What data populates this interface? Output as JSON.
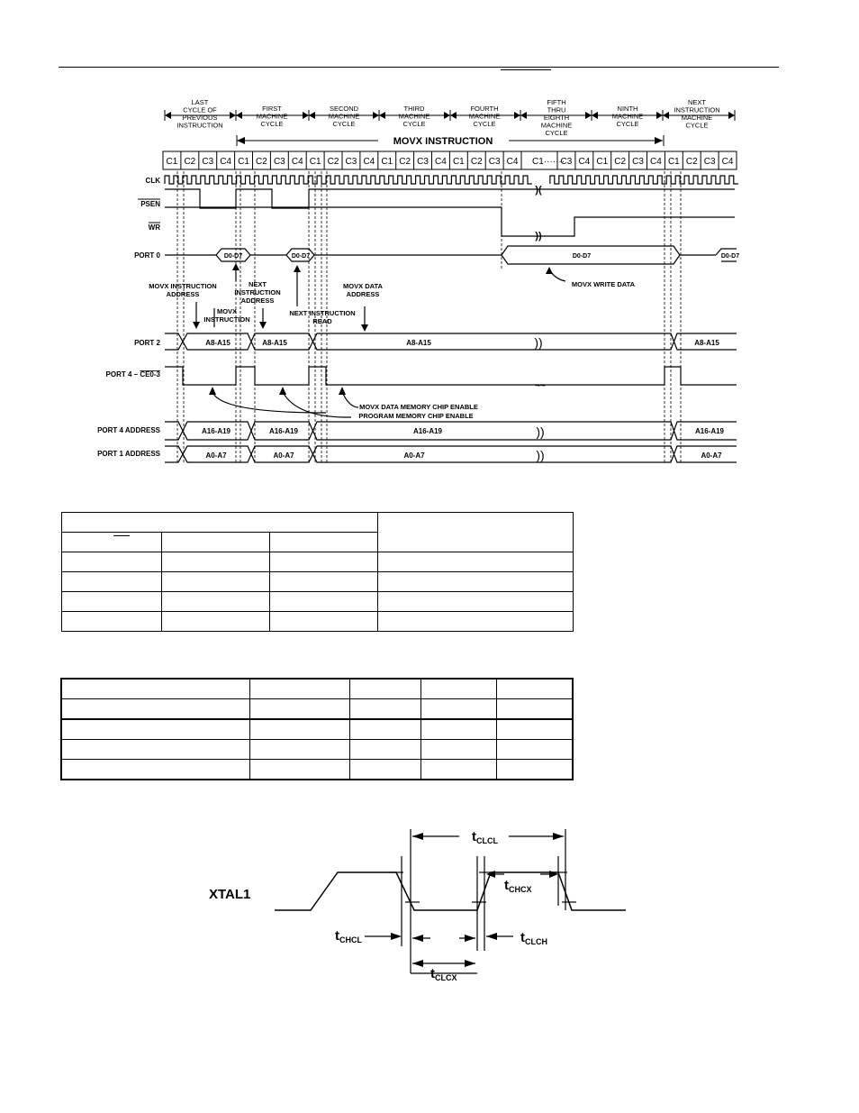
{
  "timing_diagram": {
    "phase_headers": [
      {
        "id": "last",
        "label": "LAST CYCLE OF PREVIOUS INSTRUCTION"
      },
      {
        "id": "first",
        "label": "FIRST MACHINE CYCLE"
      },
      {
        "id": "second",
        "label": "SECOND MACHINE CYCLE"
      },
      {
        "id": "third",
        "label": "THIRD MACHINE CYCLE"
      },
      {
        "id": "fourth",
        "label": "FOURTH MACHINE CYCLE"
      },
      {
        "id": "fifth",
        "label": "FIFTH THRU EIGHTH MACHINE CYCLE"
      },
      {
        "id": "ninth",
        "label": "NINTH MACHINE CYCLE"
      },
      {
        "id": "next",
        "label": "NEXT INSTRUCTION MACHINE CYCLE"
      }
    ],
    "instruction_label": "MOVX INSTRUCTION",
    "state_labels": [
      "C1",
      "C2",
      "C3",
      "C4",
      "C1",
      "C2",
      "C3",
      "C4",
      "C1",
      "C2",
      "C3",
      "C4",
      "C1",
      "C2",
      "C3",
      "C4",
      "C1",
      "C2",
      "C3",
      "C4",
      "C1",
      "C3",
      "C4",
      "C1",
      "C2",
      "C3",
      "C4",
      "C1",
      "C2",
      "C3",
      "C4"
    ],
    "signals": {
      "clk": "CLK",
      "psen": "PSEN",
      "wr": "WR",
      "port0": "PORT 0",
      "port2": "PORT 2",
      "port4ce_prefix": "PORT 4 – ",
      "port4ce_bar": "CE0-3",
      "port4addr": "PORT 4 ADDRESS",
      "port1addr": "PORT 1 ADDRESS"
    },
    "bus_values": {
      "d0d7": "D0-D7",
      "a8a15": "A8-A15",
      "a16a19": "A16-A19",
      "a0a7": "A0-A7"
    },
    "annotations": {
      "movx_instr_addr": "MOVX INSTRUCTION ADDRESS",
      "movx_instr": "MOVX INSTRUCTION",
      "next_instr_addr": "NEXT INSTRUCTION ADDRESS",
      "next_instr_read": "NEXT INSTRUCTION READ",
      "movx_data_addr": "MOVX DATA ADDRESS",
      "movx_write_data": "MOVX WRITE DATA",
      "data_mem_ce": "MOVX DATA MEMORY CHIP ENABLE",
      "prog_mem_ce": "PROGRAM MEMORY CHIP ENABLE"
    }
  },
  "xtal_diagram": {
    "signal": "XTAL1",
    "tclcl": {
      "main": "t",
      "sub": "CLCL"
    },
    "tchcx": {
      "main": "t",
      "sub": "CHCX"
    },
    "tchcl": {
      "main": "t",
      "sub": "CHCL"
    },
    "tclch": {
      "main": "t",
      "sub": "CLCH"
    },
    "tclcx": {
      "main": "t",
      "sub": "CLCX"
    }
  }
}
